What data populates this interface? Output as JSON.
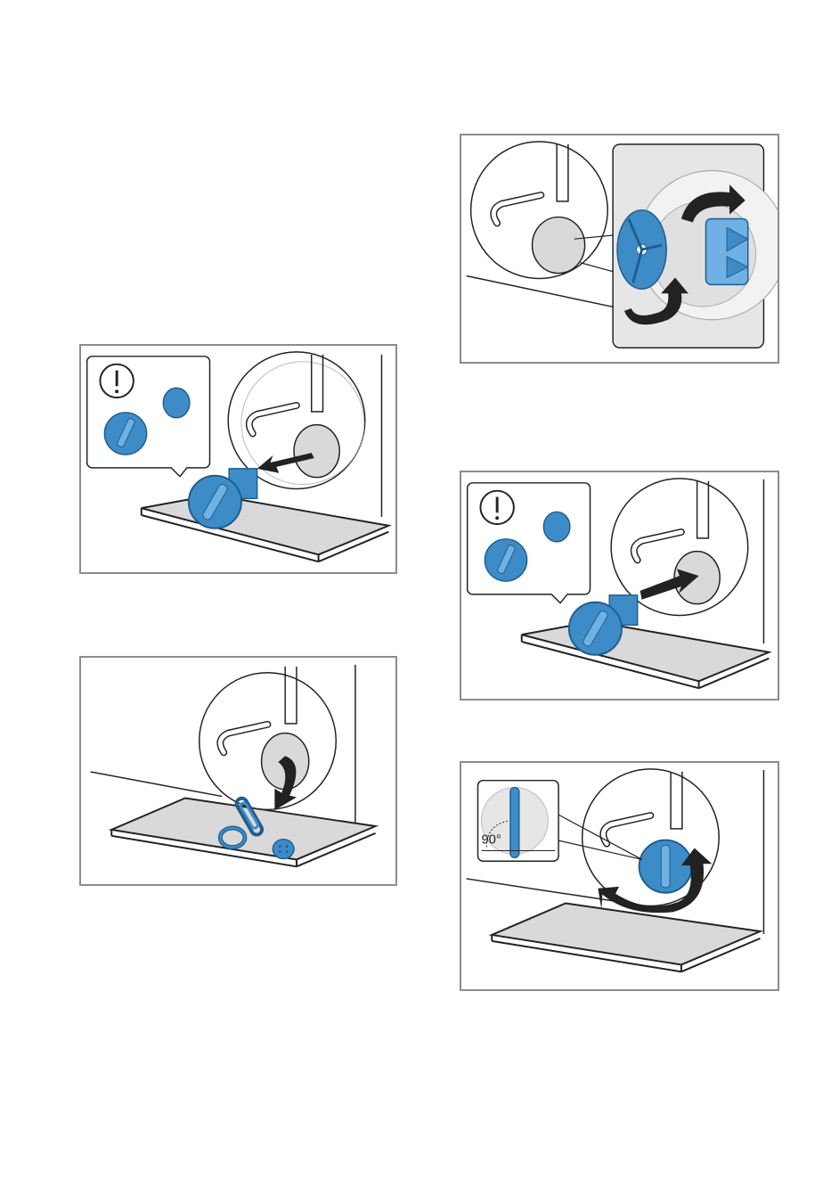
{
  "colors": {
    "accent_blue": "#3d8cc8",
    "accent_blue_dark": "#1f5d8e",
    "frame_gray": "#8c8c8c",
    "fill_gray": "#d9d9d9",
    "line_black": "#222222"
  },
  "figures": [
    {
      "id": "remove-filter",
      "icons": [
        "caution-icon",
        "filter-cap-icon",
        "arrow-out-icon"
      ]
    },
    {
      "id": "collect-debris",
      "icons": [
        "paperclip-icon",
        "ring-icon",
        "button-icon",
        "arrow-down-icon"
      ]
    },
    {
      "id": "check-impeller",
      "icons": [
        "impeller-icon",
        "rotate-arrows-icon"
      ]
    },
    {
      "id": "insert-filter",
      "icons": [
        "caution-icon",
        "filter-cap-icon",
        "arrow-in-icon"
      ]
    },
    {
      "id": "tighten-filter",
      "icons": [
        "filter-cap-icon",
        "rotate-arrow-icon"
      ],
      "angle_label": "90°"
    }
  ]
}
